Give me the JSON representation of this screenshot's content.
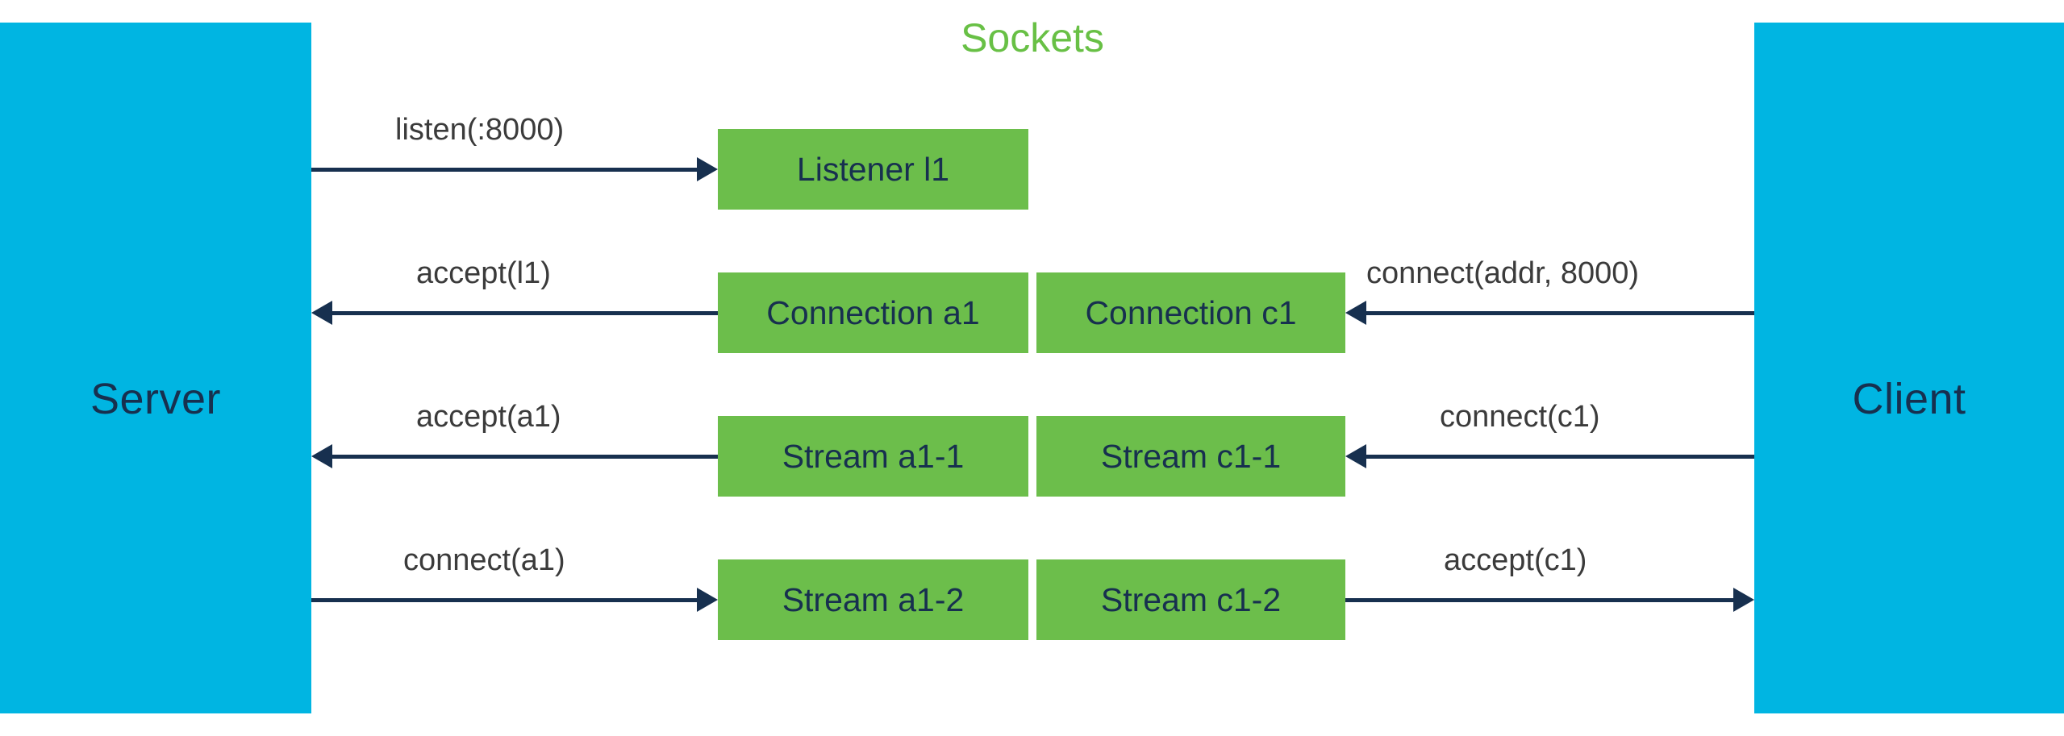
{
  "title": "Sockets",
  "title_color": "#68c045",
  "colors": {
    "endpoint_fill": "#00b5e2",
    "socket_fill": "#6cbe4b",
    "arrow": "#17304f",
    "text_dark": "#17304f",
    "label_text": "#3b3b3b",
    "background": "#ffffff"
  },
  "endpoints": {
    "left": {
      "label": "Server"
    },
    "right": {
      "label": "Client"
    }
  },
  "rows": [
    {
      "id": "listener",
      "left_box": "Listener l1",
      "right_box": null,
      "left_arrow": {
        "label": "listen(:8000)",
        "direction": "right"
      },
      "right_arrow": null
    },
    {
      "id": "connection",
      "left_box": "Connection a1",
      "right_box": "Connection c1",
      "left_arrow": {
        "label": "accept(l1)",
        "direction": "left"
      },
      "right_arrow": {
        "label": "connect(addr, 8000)",
        "direction": "left"
      }
    },
    {
      "id": "stream-1",
      "left_box": "Stream a1-1",
      "right_box": "Stream c1-1",
      "left_arrow": {
        "label": "accept(a1)",
        "direction": "left"
      },
      "right_arrow": {
        "label": "connect(c1)",
        "direction": "left"
      }
    },
    {
      "id": "stream-2",
      "left_box": "Stream a1-2",
      "right_box": "Stream c1-2",
      "left_arrow": {
        "label": "connect(a1)",
        "direction": "right"
      },
      "right_arrow": {
        "label": "accept(c1)",
        "direction": "right"
      }
    }
  ]
}
